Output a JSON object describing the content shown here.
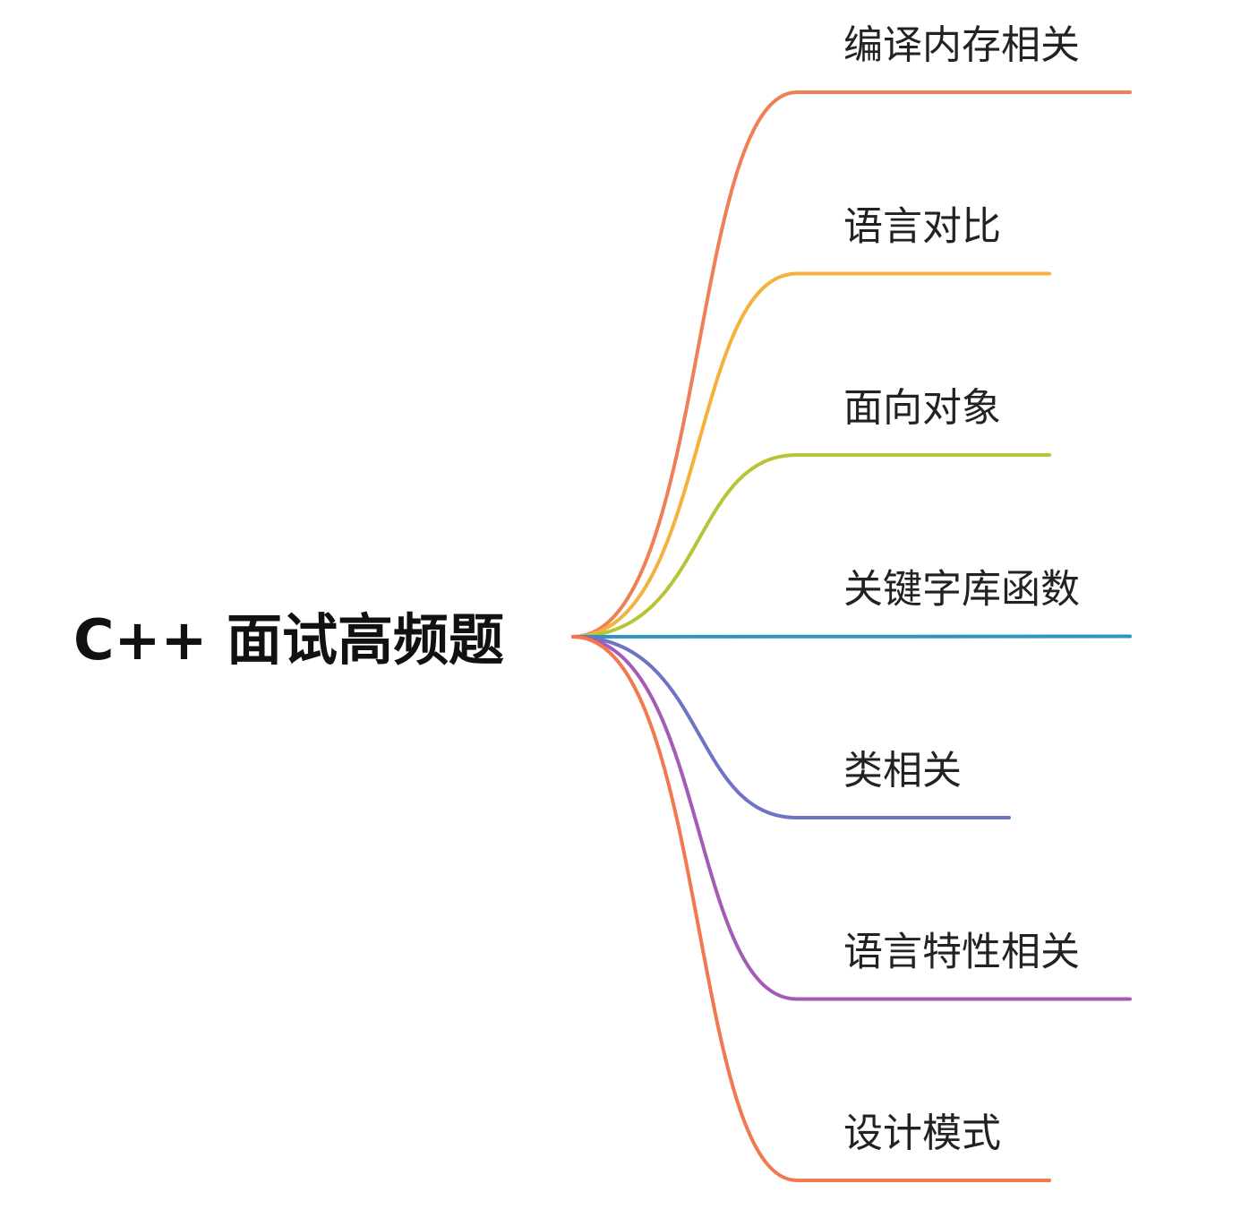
{
  "mindmap": {
    "root": {
      "label": "C++ 面试高频题"
    },
    "branches": [
      {
        "label": "编译内存相关",
        "color": "#ef7f54"
      },
      {
        "label": "语言对比",
        "color": "#f4b23c"
      },
      {
        "label": "面向对象",
        "color": "#b7c437"
      },
      {
        "label": "关键字库函数",
        "color": "#2d94c4"
      },
      {
        "label": "类相关",
        "color": "#6e74c4"
      },
      {
        "label": "语言特性相关",
        "color": "#a55bb5"
      },
      {
        "label": "设计模式",
        "color": "#f2784f"
      }
    ]
  }
}
